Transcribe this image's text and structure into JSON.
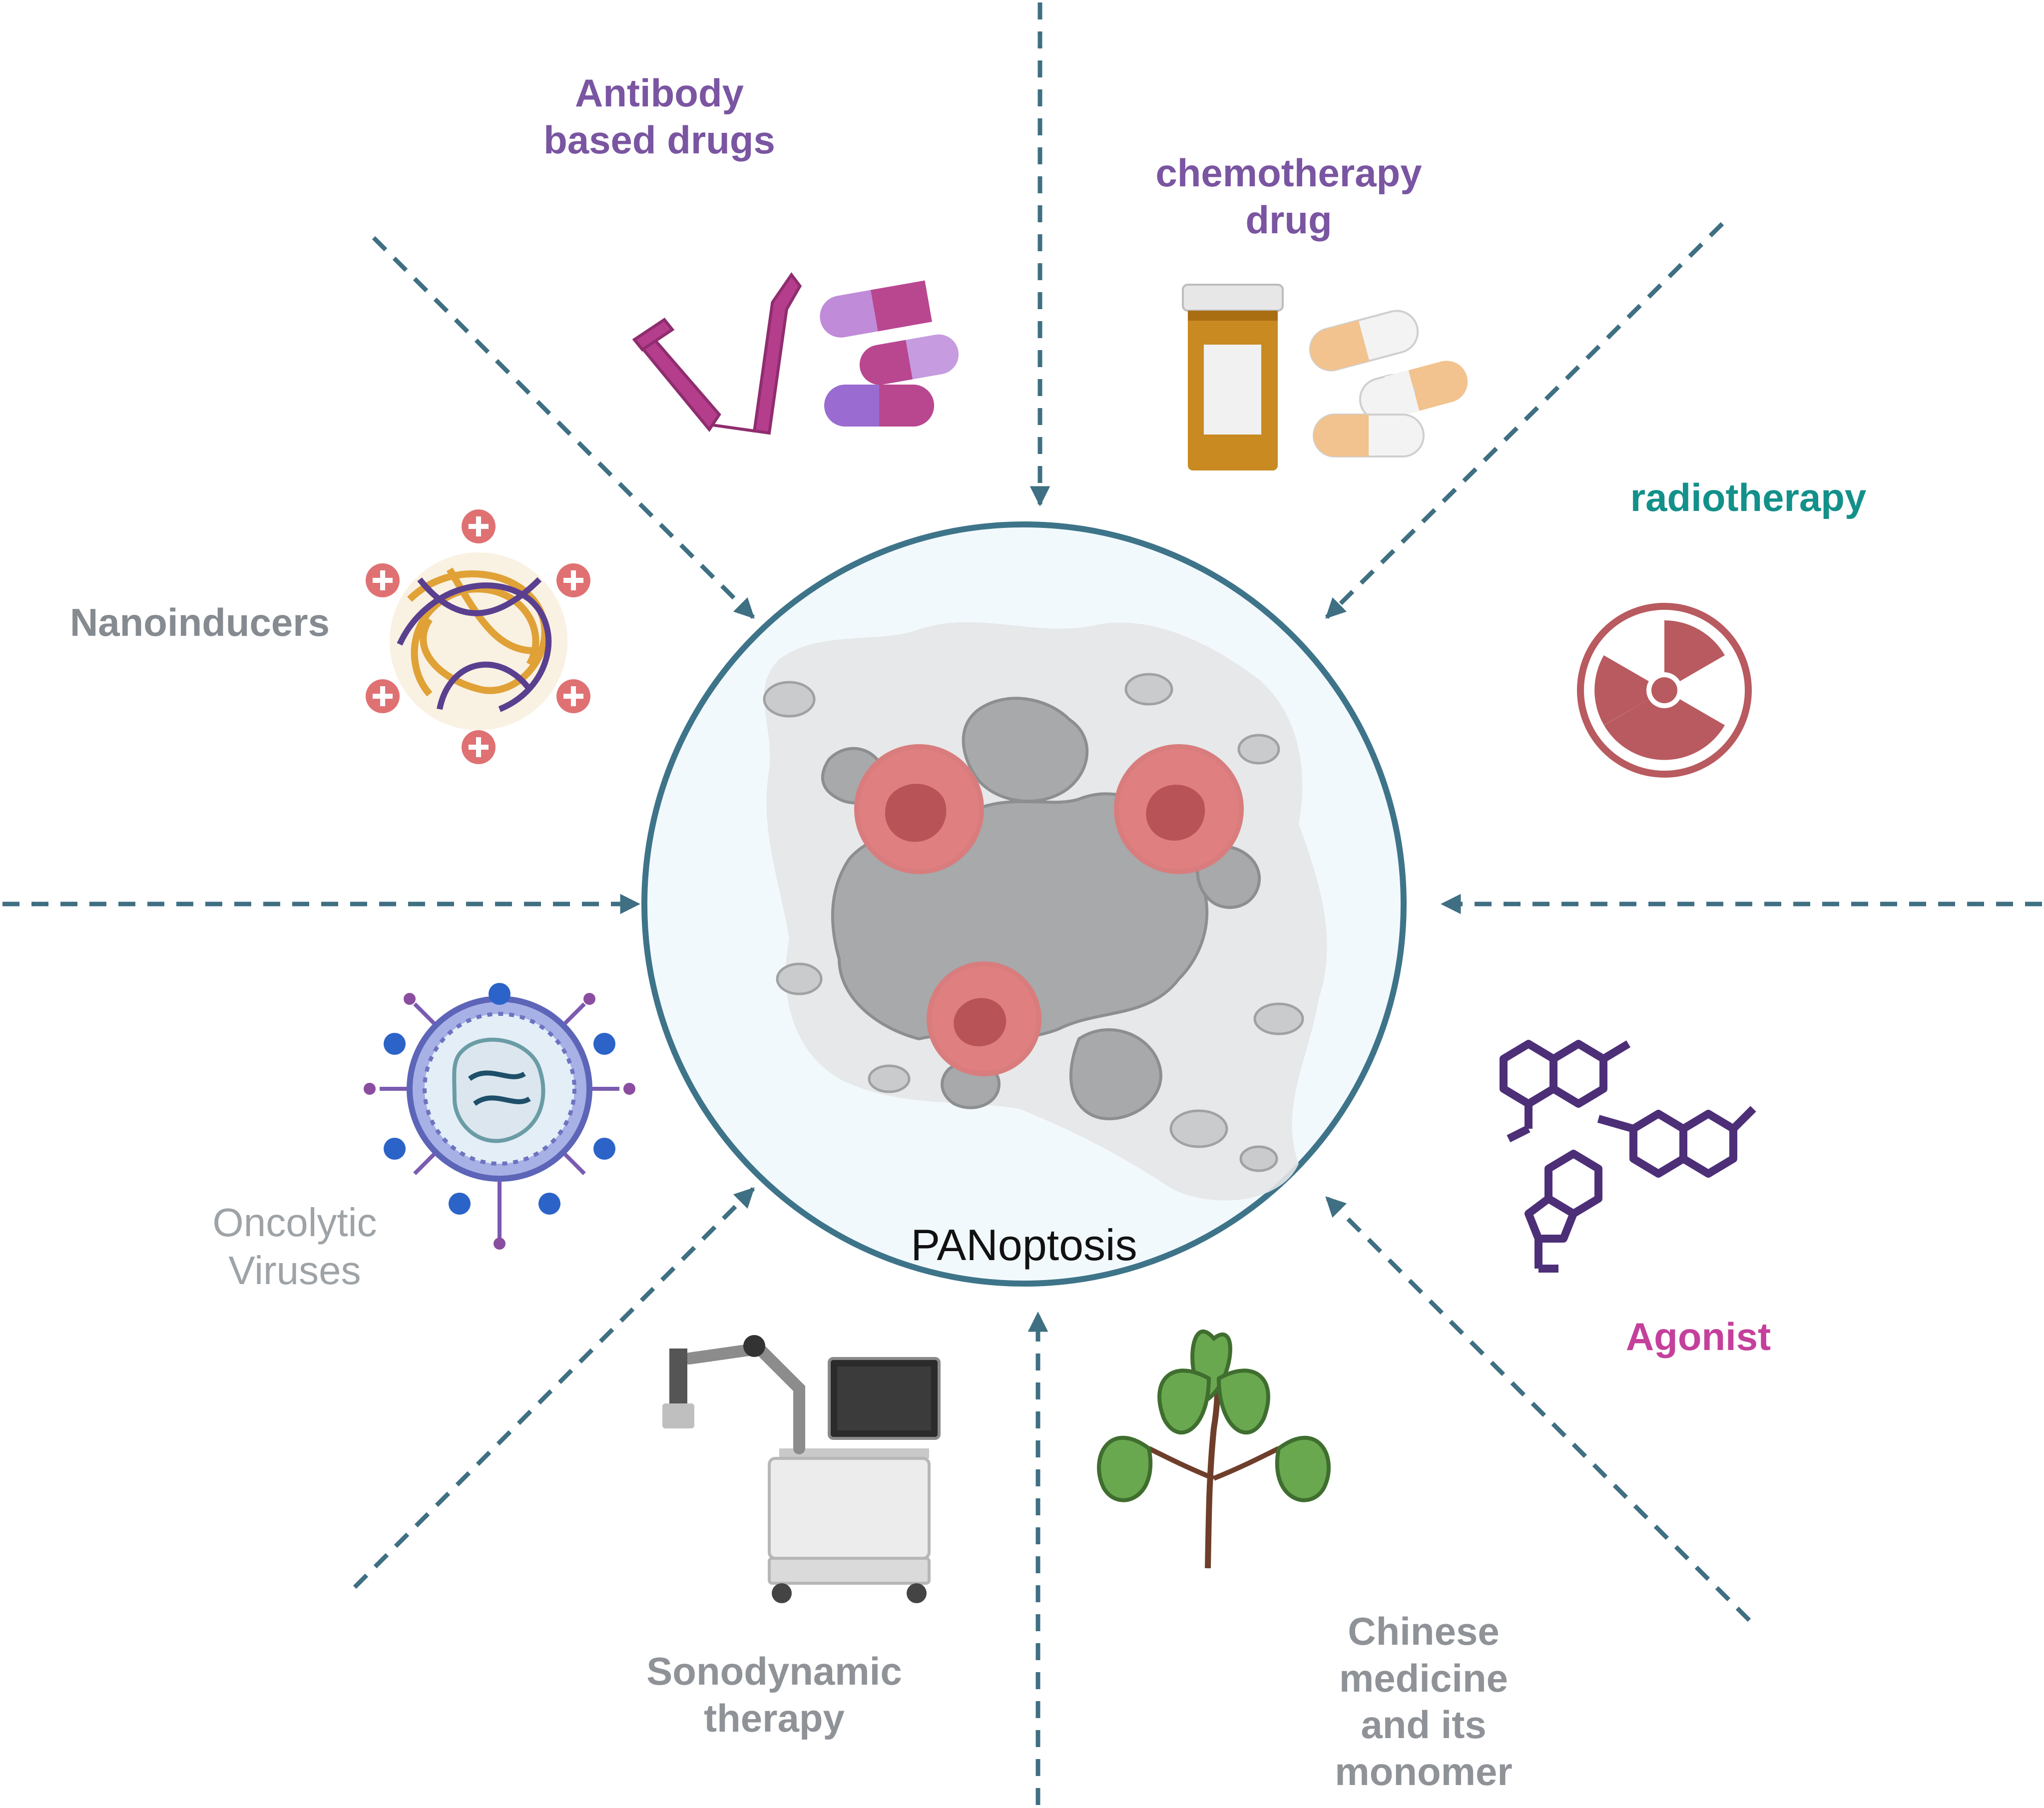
{
  "center": {
    "label": "PANoptosis"
  },
  "treatments": {
    "antibody": {
      "line1": "Antibody",
      "line2": "based drugs",
      "color": "#7a55a1"
    },
    "chemotherapy": {
      "line1": "chemotherapy",
      "line2": "drug",
      "color": "#7a55a1"
    },
    "radiotherapy": {
      "line1": "radiotherapy",
      "color": "#13908a"
    },
    "nanoinducers": {
      "line1": "Nanoinducers",
      "color": "#858b90"
    },
    "oncolytic": {
      "line1": "Oncolytic",
      "line2": "Viruses",
      "color": "#9ea3a7"
    },
    "agonist": {
      "line1": "Agonist",
      "color": "#c4409b"
    },
    "sonodynamic": {
      "line1": "Sonodynamic",
      "line2": "therapy",
      "color": "#8f9398"
    },
    "chinese": {
      "line1": "Chinese",
      "line2": "medicine",
      "line3": "and its",
      "line4": "monomer",
      "color": "#8f9398"
    }
  },
  "icons": {
    "antibody": "antibody-icon",
    "capsules": "capsule-icon",
    "pill_bottle": "pill-bottle-icon",
    "radiation": "radiation-icon",
    "nanoparticle": "nanoparticle-icon",
    "virus": "virus-icon",
    "molecule": "molecule-icon",
    "ultrasound_device": "ultrasound-device-icon",
    "plant": "plant-icon",
    "cells": "dying-cells-icon"
  },
  "colors": {
    "arrow": "#3f6f82",
    "circle_stroke": "#3e7489",
    "circle_fill": "#f2f9fc"
  }
}
